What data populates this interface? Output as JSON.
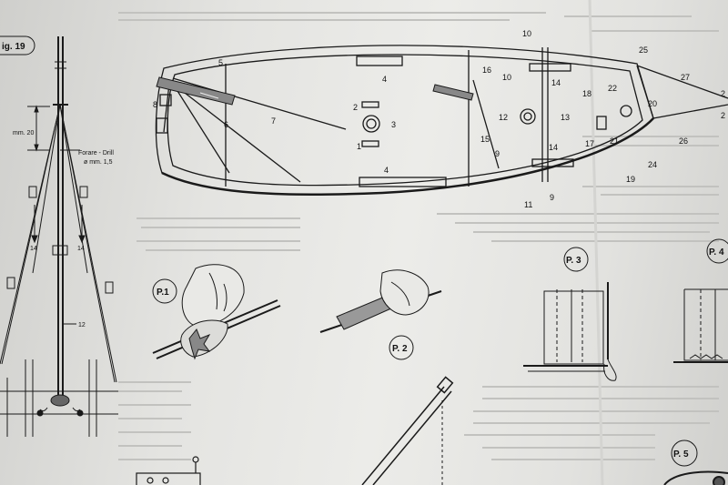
{
  "figure": {
    "label": "ig. 19"
  },
  "mast": {
    "dimension": "mm. 20",
    "drill_text_line1": "Forare - Drill",
    "drill_text_line2": "ø mm. 1,5",
    "callouts": [
      "14",
      "14",
      "12"
    ]
  },
  "hull_callouts": [
    "5",
    "8",
    "6",
    "7",
    "4",
    "4",
    "2",
    "3",
    "1",
    "10",
    "16",
    "10",
    "14",
    "18",
    "22",
    "12",
    "13",
    "15",
    "9",
    "9",
    "11",
    "14",
    "17",
    "21",
    "25",
    "27",
    "20",
    "26",
    "19",
    "24",
    "2",
    "2"
  ],
  "panels": {
    "p1": "P.1",
    "p2": "P. 2",
    "p3": "P. 3",
    "p4": "P. 4",
    "p5": "P. 5"
  },
  "colors": {
    "ink": "#1a1a1a",
    "paper": "#e8e8e5",
    "ghost_text": "#bdbdba"
  }
}
